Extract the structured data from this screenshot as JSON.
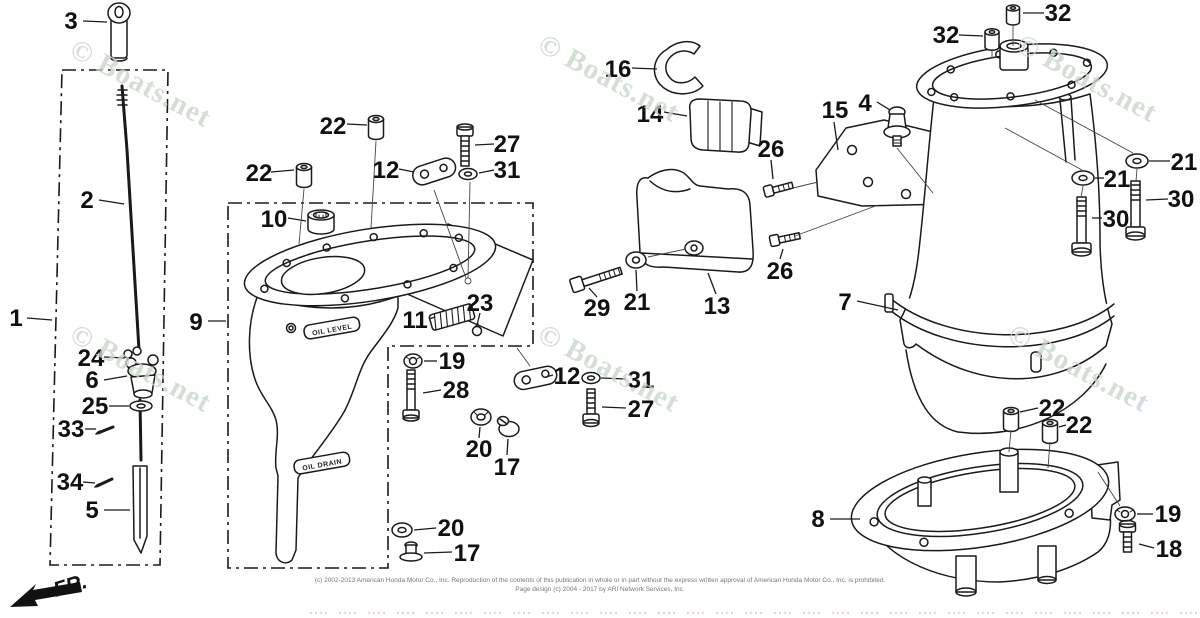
{
  "watermark": {
    "text": "© Boats.net",
    "color": "#cbd7ca"
  },
  "orientation_label": "FR.",
  "stamps": {
    "oil_level": "OIL LEVEL",
    "oil_drain": "OIL DRAIN"
  },
  "footer": {
    "line1": "(c) 2002-2013 American Honda Motor Co., Inc. Reproduction of the contents of this publication in whole or in part without the express written approval of American Honda Motor Co., Inc. is prohibited.",
    "line2": "Page design (c) 2004 - 2017 by ARI Network Services, Inc."
  },
  "callouts": [
    "3",
    "2",
    "1",
    "24",
    "6",
    "25",
    "33",
    "34",
    "5",
    "22",
    "22",
    "27",
    "31",
    "12",
    "10",
    "9",
    "11",
    "23",
    "19",
    "28",
    "12",
    "31",
    "27",
    "20",
    "17",
    "20",
    "17",
    "16",
    "14",
    "13",
    "29",
    "21",
    "26",
    "26",
    "15",
    "4",
    "32",
    "32",
    "21",
    "21",
    "30",
    "30",
    "7",
    "22",
    "22",
    "8",
    "19",
    "18"
  ]
}
